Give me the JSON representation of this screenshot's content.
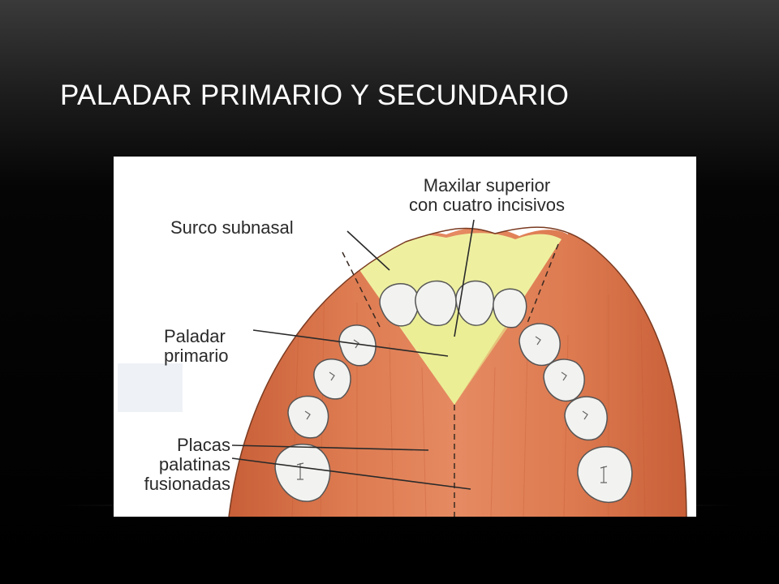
{
  "slide": {
    "title": "PALADAR PRIMARIO Y SECUNDARIO"
  },
  "figure": {
    "labels": {
      "maxilar_superior": [
        "Maxilar superior",
        "con cuatro incisivos"
      ],
      "surco_subnasal": [
        "Surco subnasal"
      ],
      "paladar_primario": [
        "Paladar",
        "primario"
      ],
      "placas_palatinas": [
        "Placas",
        "palatinas",
        "fusionadas"
      ]
    },
    "colors": {
      "palatal_shelves": "#d9734a",
      "shelf_highlight": "#e99a73",
      "primary_palate": "#eef0a0",
      "teeth": "#f2f2f0",
      "leader_lines": "#2a2a2a"
    }
  }
}
